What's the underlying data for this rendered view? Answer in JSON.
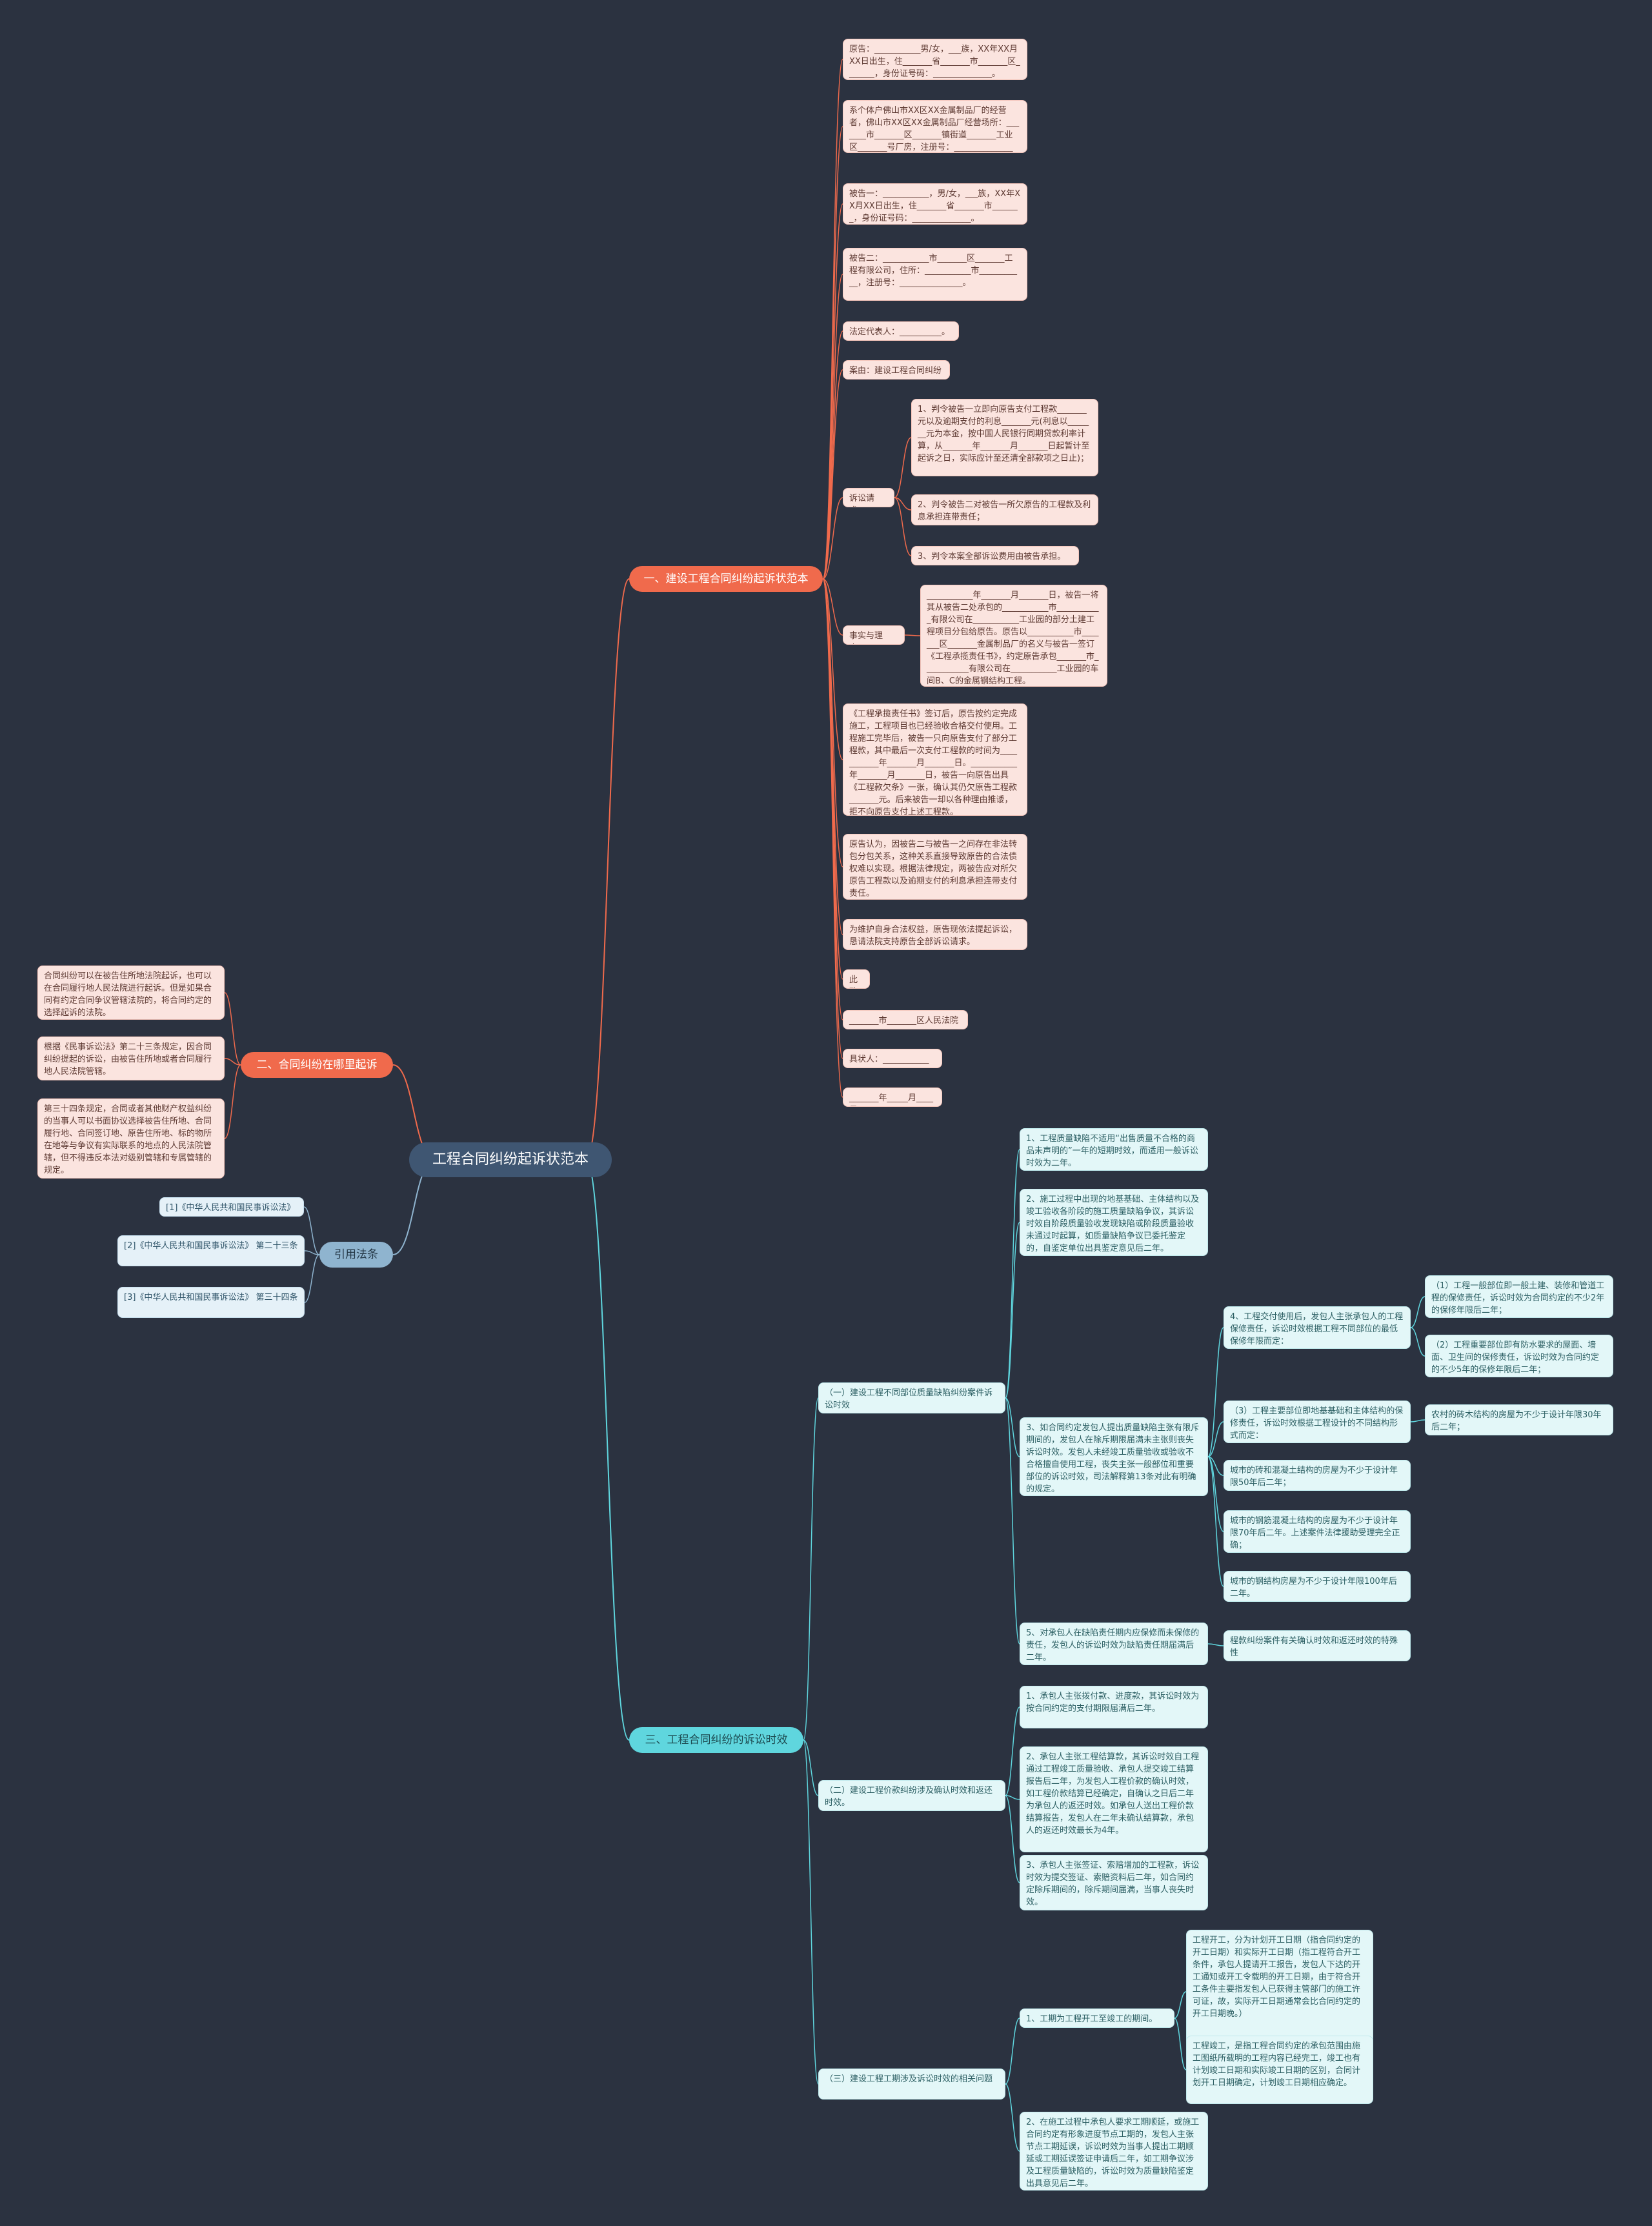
{
  "root": {
    "label": "工程合同纠纷起诉状范本"
  },
  "colors": {
    "background": "#2b3240",
    "red": "#f06a4c",
    "blue": "#8fb4cf",
    "cyan": "#5fd6de",
    "root": "#3f5672"
  },
  "branches": [
    {
      "id": "b1",
      "color": "red",
      "label": "一、建设工程合同纠纷起诉状范本",
      "children": [
        {
          "id": "b1c1",
          "text": "原告：___________男/女，___族，XX年XX月XX日出生，住_______省_______市_______区_______，身份证号码：______________。"
        },
        {
          "id": "b1c2",
          "text": "系个体户佛山市XX区XX金属制品厂的经营者，佛山市XX区XX金属制品厂经营场所：_______市_______区_______镇街道_______工业区_______号厂房，注册号：_______________。"
        },
        {
          "id": "b1c3",
          "text": "被告一：___________，男/女，___族，XX年XX月XX日出生，住_______省_______市_______，身份证号码：______________。"
        },
        {
          "id": "b1c4",
          "text": "被告二：___________市_______区_______工程有限公司，住所：___________市___________，注册号：_______________。"
        },
        {
          "id": "b1c5",
          "text": "法定代表人：__________。"
        },
        {
          "id": "b1c6",
          "text": "案由：建设工程合同纠纷"
        },
        {
          "id": "b1c7",
          "text": "诉讼请求：",
          "children": [
            {
              "id": "b1c7a",
              "text": "1、判令被告一立即向原告支付工程款_______元以及逾期支付的利息_______元(利息以_______元为本金，按中国人民银行同期贷款利率计算，从_______年_______月_______日起暂计至起诉之日，实际应计至还清全部款项之日止)；"
            },
            {
              "id": "b1c7b",
              "text": "2、判令被告二对被告一所欠原告的工程款及利息承担连带责任；"
            },
            {
              "id": "b1c7c",
              "text": "3、判令本案全部诉讼费用由被告承担。"
            }
          ]
        },
        {
          "id": "b1c8",
          "text": "事实与理由：",
          "children": [
            {
              "id": "b1c8a",
              "text": "___________年_______月_______日，被告一将其从被告二处承包的___________市___________有限公司在___________工业园的部分土建工程项目分包给原告。原告以___________市_______区_______金属制品厂的名义与被告一签订《工程承揽责任书》，约定原告承包_______市___________有限公司在___________工业园的车间B、C的金属钢结构工程。"
            }
          ]
        },
        {
          "id": "b1c9",
          "text": "《工程承揽责任书》签订后，原告按约定完成施工，工程项目也已经验收合格交付使用。工程施工完毕后，被告一只向原告支付了部分工程款，其中最后一次支付工程款的时间为___________年_______月_______日。___________年_______月_______日，被告一向原告出具《工程款欠条》一张，确认其仍欠原告工程款_______元。后来被告一却以各种理由推诿，拒不向原告支付上述工程款。"
        },
        {
          "id": "b1c10",
          "text": "原告认为，因被告二与被告一之间存在非法转包分包关系，这种关系直接导致原告的合法债权难以实现。根据法律规定，两被告应对所欠原告工程款以及逾期支付的利息承担连带支付责任。"
        },
        {
          "id": "b1c11",
          "text": "为维护自身合法权益，原告现依法提起诉讼，恳请法院支持原告全部诉讼请求。"
        },
        {
          "id": "b1c12",
          "text": "此致"
        },
        {
          "id": "b1c13",
          "text": "_______市_______区人民法院"
        },
        {
          "id": "b1c14",
          "text": "具状人：___________"
        },
        {
          "id": "b1c15",
          "text": "_______年_____月____日"
        }
      ]
    },
    {
      "id": "b2",
      "color": "red",
      "label": "二、合同纠纷在哪里起诉",
      "children": [
        {
          "id": "b2c1",
          "text": "合同纠纷可以在被告住所地法院起诉，也可以在合同履行地人民法院进行起诉。但是如果合同有约定合同争议管辖法院的，将合同约定的选择起诉的法院。"
        },
        {
          "id": "b2c2",
          "text": "根据《民事诉讼法》第二十三条规定，因合同纠纷提起的诉讼，由被告住所地或者合同履行地人民法院管辖。"
        },
        {
          "id": "b2c3",
          "text": "第三十四条规定，合同或者其他财产权益纠纷的当事人可以书面协议选择被告住所地、合同履行地、合同签订地、原告住所地、标的物所在地等与争议有实际联系的地点的人民法院管辖，但不得违反本法对级别管辖和专属管辖的规定。"
        }
      ]
    },
    {
      "id": "b3",
      "color": "blue",
      "label": "引用法条",
      "children": [
        {
          "id": "b3c1",
          "text": "[1]《中华人民共和国民事诉讼法》"
        },
        {
          "id": "b3c2",
          "text": "[2]《中华人民共和国民事诉讼法》 第二十三条"
        },
        {
          "id": "b3c3",
          "text": "[3]《中华人民共和国民事诉讼法》 第三十四条"
        }
      ]
    },
    {
      "id": "b4",
      "color": "cyan",
      "label": "三、工程合同纠纷的诉讼时效",
      "children": [
        {
          "id": "b4s1",
          "text": "（一）建设工程不同部位质量缺陷纠纷案件诉讼时效",
          "children": [
            {
              "id": "b4s1a",
              "text": "1、工程质量缺陷不适用“出售质量不合格的商品未声明的”一年的短期时效，而适用一般诉讼时效为二年。"
            },
            {
              "id": "b4s1b",
              "text": "2、施工过程中出现的地基基础、主体结构以及竣工验收各阶段的施工质量缺陷争议，其诉讼时效自阶段质量验收发现缺陷或阶段质量验收未通过时起算，如质量缺陷争议已委托鉴定的，自鉴定单位出具鉴定意见后二年。"
            },
            {
              "id": "b4s1c",
              "text": "3、如合同约定发包人提出质量缺陷主张有限斥期间的，发包人在除斥期限届满未主张则丧失诉讼时效。发包人未经竣工质量验收或验收不合格擅自使用工程，丧失主张一般部位和重要部位的诉讼时效，司法解释第13条对此有明确的规定。",
              "children": [
                {
                  "id": "b4s1c1",
                  "text": "4、工程交付使用后，发包人主张承包人的工程保修责任，诉讼时效根据工程不同部位的最低保修年限而定：",
                  "children": [
                    {
                      "id": "b4s1c1a",
                      "text": "（1）工程一般部位即一般土建、装修和管道工程的保修责任，诉讼时效为合同约定的不少2年的保修年限后二年；"
                    },
                    {
                      "id": "b4s1c1b",
                      "text": "（2）工程重要部位即有防水要求的屋面、墙面、卫生间的保修责任，诉讼时效为合同约定的不少5年的保修年限后二年；"
                    }
                  ]
                },
                {
                  "id": "b4s1c2",
                  "text": "（3）工程主要部位即地基基础和主体结构的保修责任，诉讼时效根据工程设计的不同结构形式而定：",
                  "children": [
                    {
                      "id": "b4s1c2a",
                      "text": "农村的砖木结构的房屋为不少于设计年限30年后二年；"
                    }
                  ]
                },
                {
                  "id": "b4s1c3",
                  "text": "城市的砖和混凝土结构的房屋为不少于设计年限50年后二年；"
                },
                {
                  "id": "b4s1c4",
                  "text": "城市的钢筋混凝土结构的房屋为不少于设计年限70年后二年。上述案件法律援助受理完全正确；"
                },
                {
                  "id": "b4s1c5",
                  "text": "城市的钢结构房屋为不少于设计年限100年后二年。"
                }
              ]
            },
            {
              "id": "b4s1d",
              "text": "5、对承包人在缺陷责任期内应保修而未保修的责任，发包人的诉讼时效为缺陷责任期届满后二年。",
              "children": [
                {
                  "id": "b4s1d1",
                  "text": "程款纠纷案件有关确认时效和返还时效的特殊性"
                }
              ]
            }
          ]
        },
        {
          "id": "b4s2",
          "text": "（二）建设工程价款纠纷涉及确认时效和返还时效。",
          "children": [
            {
              "id": "b4s2a",
              "text": "1、承包人主张拨付款、进度款，其诉讼时效为按合同约定的支付期限届满后二年。"
            },
            {
              "id": "b4s2b",
              "text": "2、承包人主张工程结算款，其诉讼时效自工程通过工程竣工质量验收、承包人提交竣工结算报告后二年，为发包人工程价款的确认时效，如工程价款结算已经确定，自确认之日后二年为承包人的返还时效。如承包人送出工程价款结算报告，发包人在二年未确认结算款，承包人的返还时效最长为4年。"
            },
            {
              "id": "b4s2c",
              "text": "3、承包人主张签证、索赔增加的工程款，诉讼时效为提交签证、索赔资料后二年，如合同约定除斥期间的，除斥期间届满，当事人丧失时效。"
            }
          ]
        },
        {
          "id": "b4s3",
          "text": "（三）建设工程工期涉及诉讼时效的相关问题",
          "children": [
            {
              "id": "b4s3a",
              "text": "1、工期为工程开工至竣工的期间。",
              "children": [
                {
                  "id": "b4s3a1",
                  "text": "工程开工，分为计划开工日期（指合同约定的开工日期）和实际开工日期（指工程符合开工条件，承包人提请开工报告，发包人下达的开工通知或开工令载明的开工日期，由于符合开工条件主要指发包人已获得主管部门的施工许可证，故，实际开工日期通常会比合同约定的开工日期晚。）"
                },
                {
                  "id": "b4s3a2",
                  "text": "工程竣工，是指工程合同约定的承包范围由施工图纸所载明的工程内容已经完工，竣工也有计划竣工日期和实际竣工日期的区别，合同计划开工日期确定，计划竣工日期相应确定。"
                }
              ]
            },
            {
              "id": "b4s3b",
              "text": "2、在施工过程中承包人要求工期顺延，或施工合同约定有形象进度节点工期的，发包人主张节点工期延误，诉讼时效为当事人提出工期顺延或工期延误签证申请后二年，如工期争议涉及工程质量缺陷的，诉讼时效为质量缺陷鉴定出具意见后二年。"
            }
          ]
        }
      ]
    }
  ]
}
